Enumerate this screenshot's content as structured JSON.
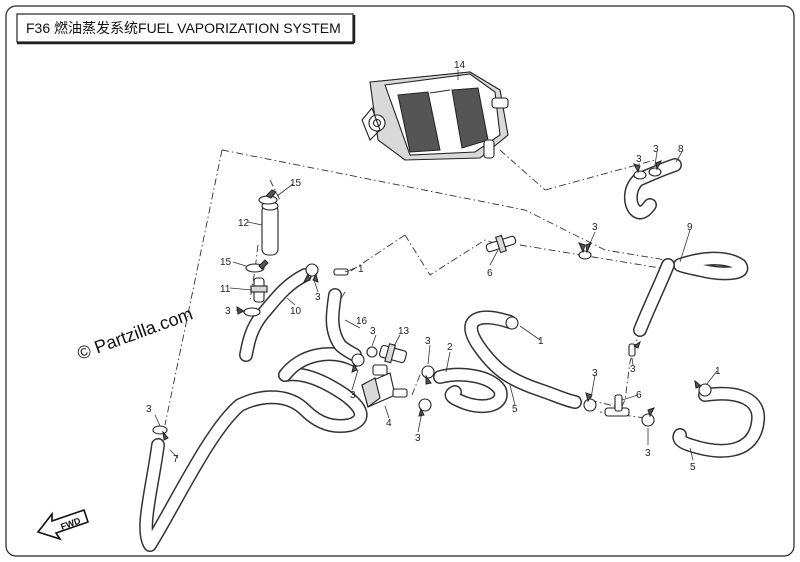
{
  "title": "F36 燃油蒸发系统FUEL VAPORIZATION SYSTEM",
  "watermark": "© Partzilla.com",
  "fwd": "FWD",
  "callouts": {
    "c1a": "1",
    "c1b": "1",
    "c1c": "1",
    "c2": "2",
    "c3a": "3",
    "c3b": "3",
    "c3c": "3",
    "c3d": "3",
    "c3e": "3",
    "c3f": "3",
    "c3g": "3",
    "c3h": "3",
    "c3i": "3",
    "c3j": "3",
    "c3k": "3",
    "c3l": "3",
    "c3m": "3",
    "c4": "4",
    "c5a": "5",
    "c5b": "5",
    "c6a": "6",
    "c6b": "6",
    "c7": "7",
    "c8": "8",
    "c9": "9",
    "c10": "10",
    "c11": "11",
    "c12": "12",
    "c13": "13",
    "c14": "14",
    "c15a": "15",
    "c15b": "15",
    "c16": "16"
  }
}
